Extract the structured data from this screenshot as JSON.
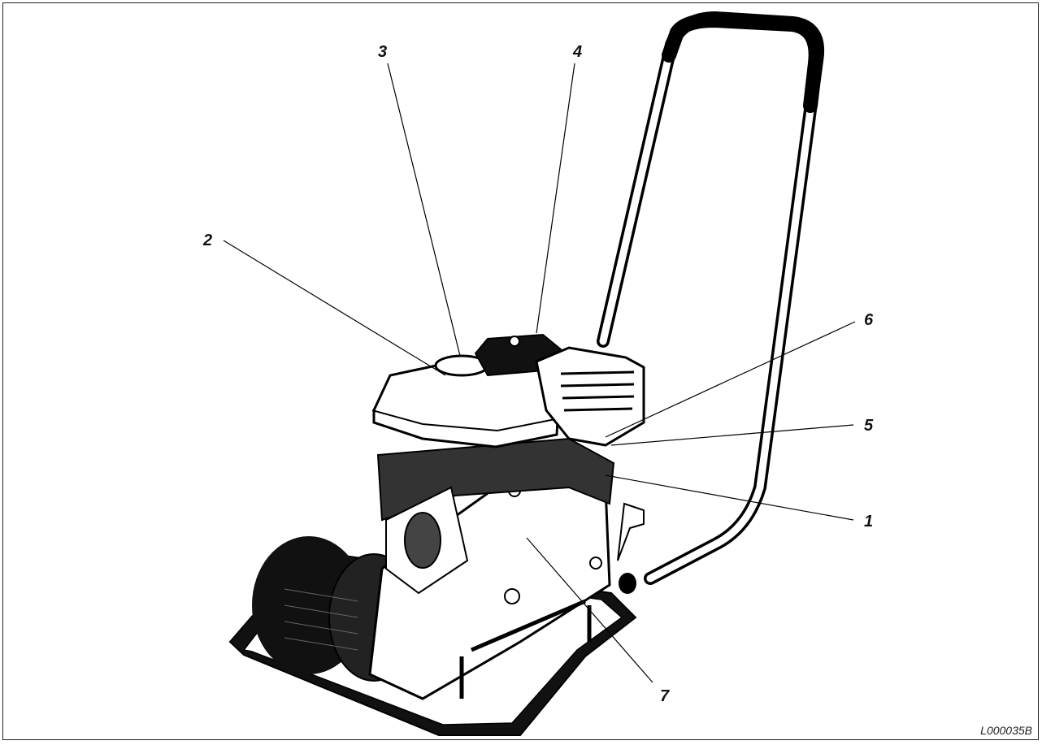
{
  "figure": {
    "reference_code": "L000035B",
    "callouts": [
      {
        "id": "1",
        "label": "1"
      },
      {
        "id": "2",
        "label": "2"
      },
      {
        "id": "3",
        "label": "3"
      },
      {
        "id": "4",
        "label": "4"
      },
      {
        "id": "5",
        "label": "5"
      },
      {
        "id": "6",
        "label": "6"
      },
      {
        "id": "7",
        "label": "7"
      }
    ]
  }
}
